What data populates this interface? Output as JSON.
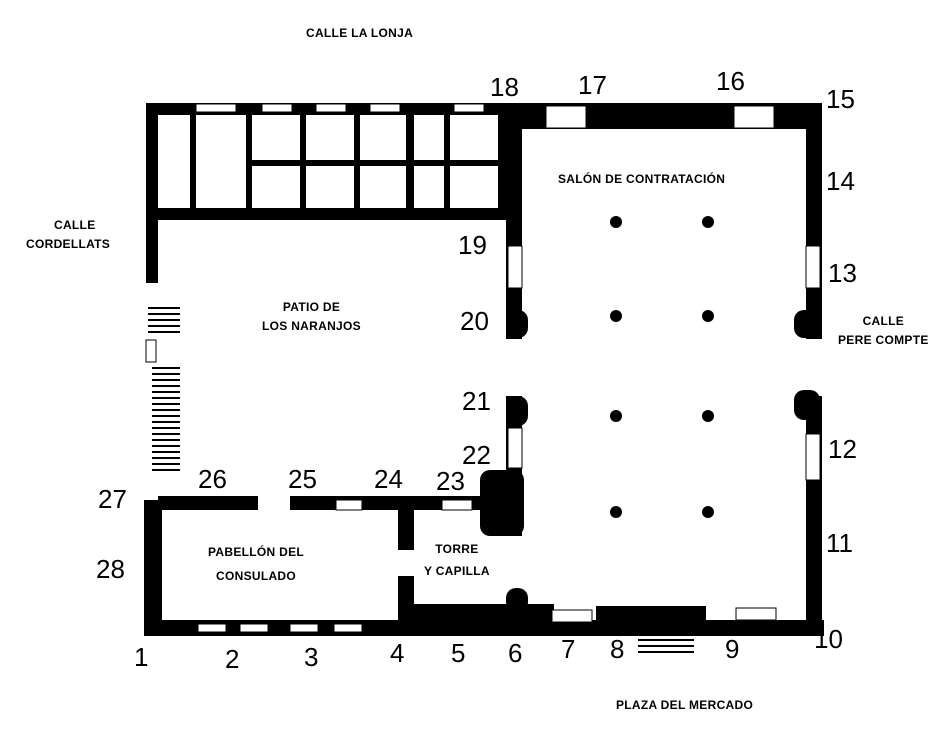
{
  "streets": {
    "north": "CALLE LA LONJA",
    "west": [
      "CALLE",
      "CORDELLATS"
    ],
    "east": [
      "CALLE",
      "PERE COMPTE"
    ],
    "south": "PLAZA DEL MERCADO"
  },
  "rooms": {
    "salon": "SALÓN DE CONTRATACIÓN",
    "patio": [
      "PATIO DE",
      "LOS NARANJOS"
    ],
    "pavilion": [
      "PABELLÓN DEL",
      "CONSULADO"
    ],
    "tower": [
      "TORRE",
      "Y CAPILLA"
    ]
  },
  "numbers": [
    "1",
    "2",
    "3",
    "4",
    "5",
    "6",
    "7",
    "8",
    "9",
    "10",
    "11",
    "12",
    "13",
    "14",
    "15",
    "16",
    "17",
    "18",
    "19",
    "20",
    "21",
    "22",
    "23",
    "24",
    "25",
    "26",
    "27",
    "28"
  ],
  "colors": {
    "wall": "#000000",
    "background": "#ffffff"
  }
}
